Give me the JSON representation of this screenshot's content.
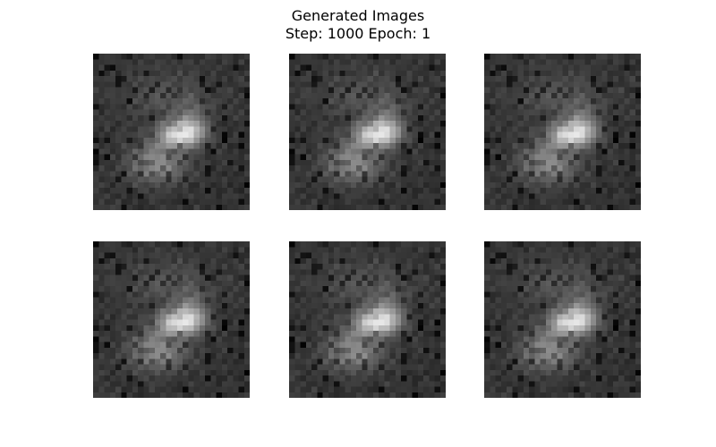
{
  "figure": {
    "title_line1": "Generated Images",
    "title_line2": "Step: 1000 Epoch: 1"
  },
  "images": [
    {
      "name": "generated-image-1"
    },
    {
      "name": "generated-image-2"
    },
    {
      "name": "generated-image-3"
    },
    {
      "name": "generated-image-4"
    },
    {
      "name": "generated-image-5"
    },
    {
      "name": "generated-image-6"
    }
  ],
  "colors": {
    "background": "#ffffff",
    "text": "#000000",
    "tile_base": "#303030"
  }
}
